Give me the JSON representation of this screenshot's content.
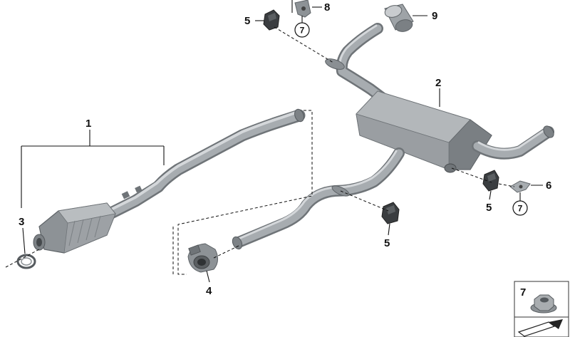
{
  "callouts": {
    "c1": "1",
    "c2": "2",
    "c3": "3",
    "c4": "4",
    "c5a": "5",
    "c5b": "5",
    "c5c": "5",
    "c6": "6",
    "c8": "8",
    "c9": "9"
  },
  "circled_refs": {
    "r7a": "7",
    "r7b": "7"
  },
  "legend_box": {
    "label": "7"
  },
  "icons": [
    "hex-flange-nut-icon",
    "rubber-mount-icon",
    "clamp-icon",
    "tailpipe-trim-icon",
    "hanger-bracket-icon",
    "pipe-clip-icon"
  ],
  "colors": {
    "line": "#111111",
    "pipe_dark": "#6f7478",
    "pipe_mid": "#a7acb0",
    "pipe_light": "#d4d7da",
    "rubber": "#3a3d40"
  }
}
